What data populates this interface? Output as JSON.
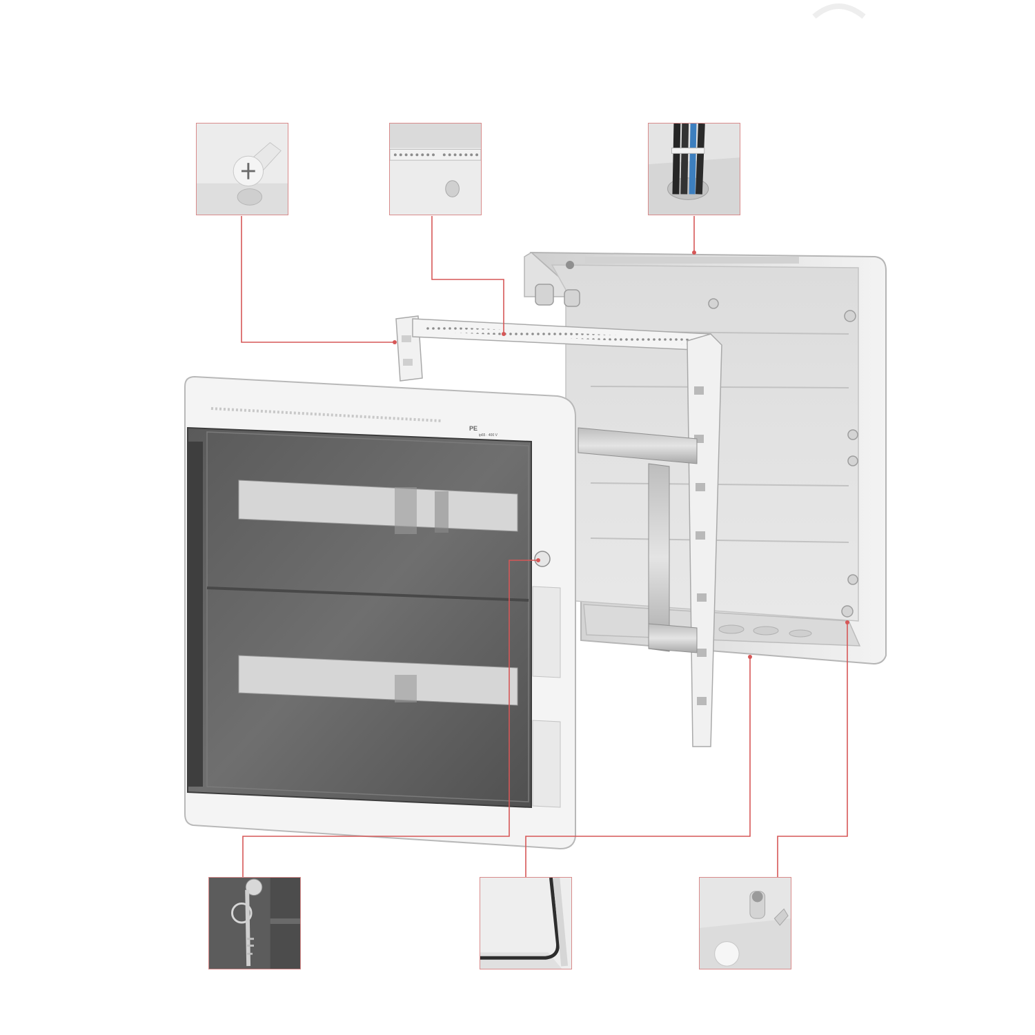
{
  "diagram": {
    "kind": "exploded product view of a surface-mounted distribution enclosure",
    "leader_color": "#d65757",
    "frame_color": "#d88a8a",
    "parts": [
      "base-box",
      "mounting-frame-with-din-rails",
      "front-cover-with-transparent-door"
    ],
    "detail_insets": [
      {
        "name": "detail-screw-fixing",
        "icon": "screw-icon"
      },
      {
        "name": "detail-terminal-strip",
        "icon": "terminal-strip-icon"
      },
      {
        "name": "detail-cable-entry",
        "icon": "cable-gland-icon"
      },
      {
        "name": "detail-door-lock",
        "icon": "key-lock-icon"
      },
      {
        "name": "detail-seal-gasket",
        "icon": "gasket-icon"
      },
      {
        "name": "detail-wall-mount-hole",
        "icon": "mount-hole-icon"
      }
    ]
  },
  "cover": {
    "logo_text": "PE",
    "tiny_label": "ip65 · 400 V"
  }
}
